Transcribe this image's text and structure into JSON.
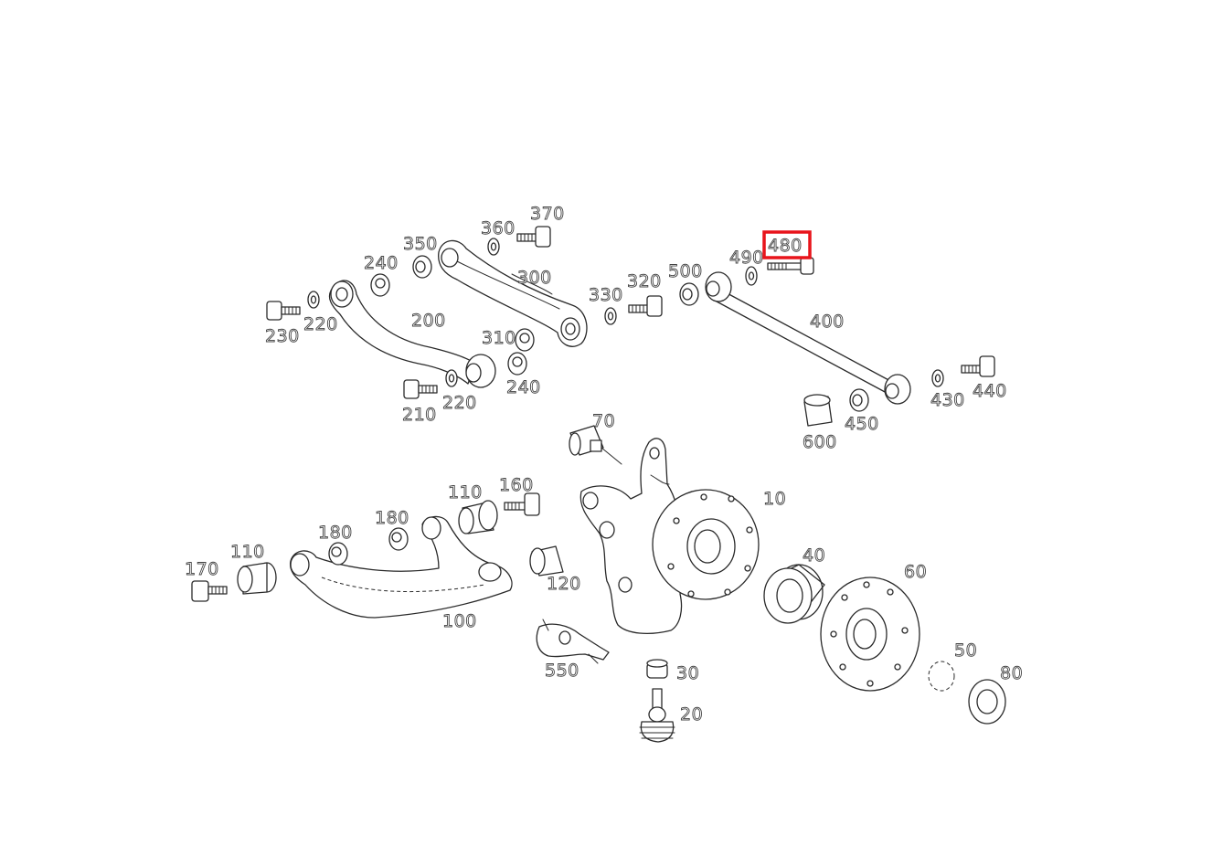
{
  "diagram": {
    "part_labels": [
      "10",
      "20",
      "30",
      "40",
      "50",
      "60",
      "70",
      "80",
      "100",
      "110",
      "110",
      "120",
      "160",
      "170",
      "180",
      "180",
      "200",
      "210",
      "220",
      "220",
      "230",
      "240",
      "240",
      "300",
      "310",
      "320",
      "330",
      "350",
      "360",
      "370",
      "400",
      "430",
      "440",
      "450",
      "480",
      "490",
      "500",
      "550",
      "600"
    ],
    "highlighted_label": "480",
    "highlight_color": "#e8141b"
  }
}
